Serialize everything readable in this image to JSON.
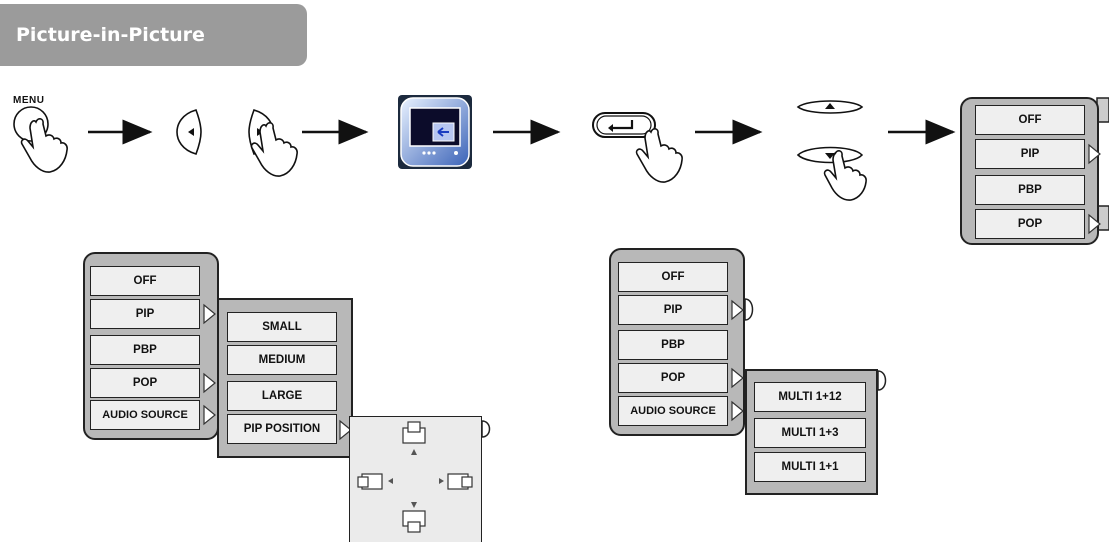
{
  "section_title": "Picture-in-Picture",
  "menu_label": "MENU",
  "pip_menu": {
    "off": "OFF",
    "pip": "PIP",
    "pbp": "PBP",
    "pop": "POP",
    "audio_source": "AUDIO SOURCE"
  },
  "pip_sizes": {
    "small": "SMALL",
    "medium": "MEDIUM",
    "large": "LARGE",
    "pip_position": "PIP POSITION"
  },
  "multi_options": {
    "m12": "MULTI 1+12",
    "m3": "MULTI 1+3",
    "m1": "MULTI 1+1"
  }
}
